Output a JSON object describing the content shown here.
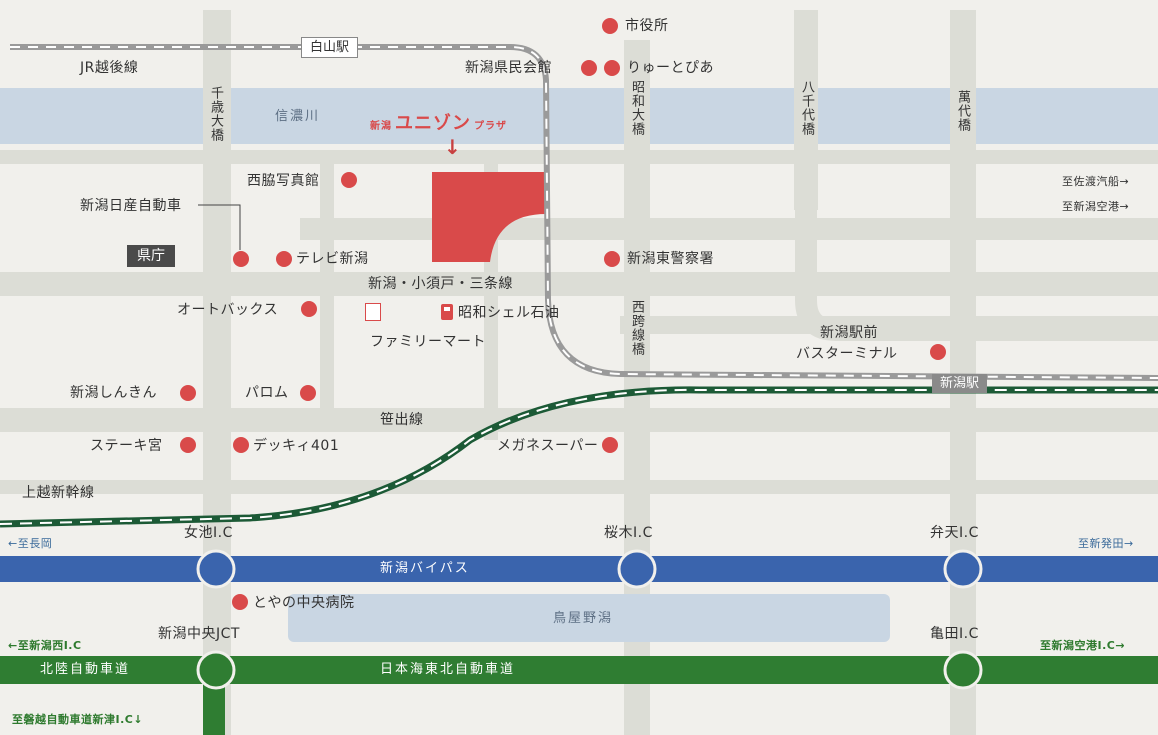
{
  "colors": {
    "bypass": "#3a64ad",
    "expressway": "#2f7d32",
    "river": "#c9d6e3",
    "street": "#dcddd6",
    "poi": "#d94a4a",
    "venue": "#d94a4a"
  },
  "stations": {
    "hakusan": "白山駅",
    "niigata": "新潟駅"
  },
  "lines": {
    "jr_echigo": "JR越後線",
    "joetsu_shinkansen": "上越新幹線"
  },
  "river": "信濃川",
  "bridges": {
    "chitose": "千歳大橋",
    "showa": "昭和大橋",
    "yachiyo": "八千代橋",
    "bandai": "萬代橋",
    "nishibori": "西跨線橋"
  },
  "streets": {
    "kosudo_sanjo": "新潟・小須戸・三条線",
    "sasade": "笹出線"
  },
  "venue": {
    "prefix": "新潟",
    "name": "ユニゾン",
    "suffix": "プラザ"
  },
  "pois": {
    "city_hall": "市役所",
    "kenmin_kaikan": "新潟県民会館",
    "ryutopia": "りゅーとぴあ",
    "nishiwaki": "西脇写真館",
    "nissan": "新潟日産自動車",
    "kencho": "県庁",
    "tv_niigata": "テレビ新潟",
    "east_police": "新潟東警察署",
    "autobacs": "オートバックス",
    "shell": "昭和シェル石油",
    "familymart": "ファミリーマート",
    "bus_terminal_1": "新潟駅前",
    "bus_terminal_2": "バスターミナル",
    "shinkin": "新潟しんきん",
    "parom": "パロム",
    "steak": "ステーキ宮",
    "deck": "デッキィ401",
    "megane": "メガネスーパー",
    "toyano": "とやの中央病院",
    "toriyano": "鳥屋野潟"
  },
  "destinations": {
    "sado": "至佐渡汽船→",
    "airport": "至新潟空港→",
    "nagaoka": "←至長岡",
    "shibata": "至新発田→",
    "niigata_nishi": "←至新潟西I.C",
    "niigata_kuko_ic": "至新潟空港I.C→",
    "bandai_jr": "至磐越自動車道新津I.C↓"
  },
  "interchanges": {
    "meike": "女池I.C",
    "sakuragi": "桜木I.C",
    "benten": "弁天I.C",
    "chuo_jct": "新潟中央JCT",
    "kameda": "亀田I.C"
  },
  "roads": {
    "bypass": "新潟バイパス",
    "hokuriku": "北陸自動車道",
    "nihonkai": "日本海東北自動車道"
  }
}
